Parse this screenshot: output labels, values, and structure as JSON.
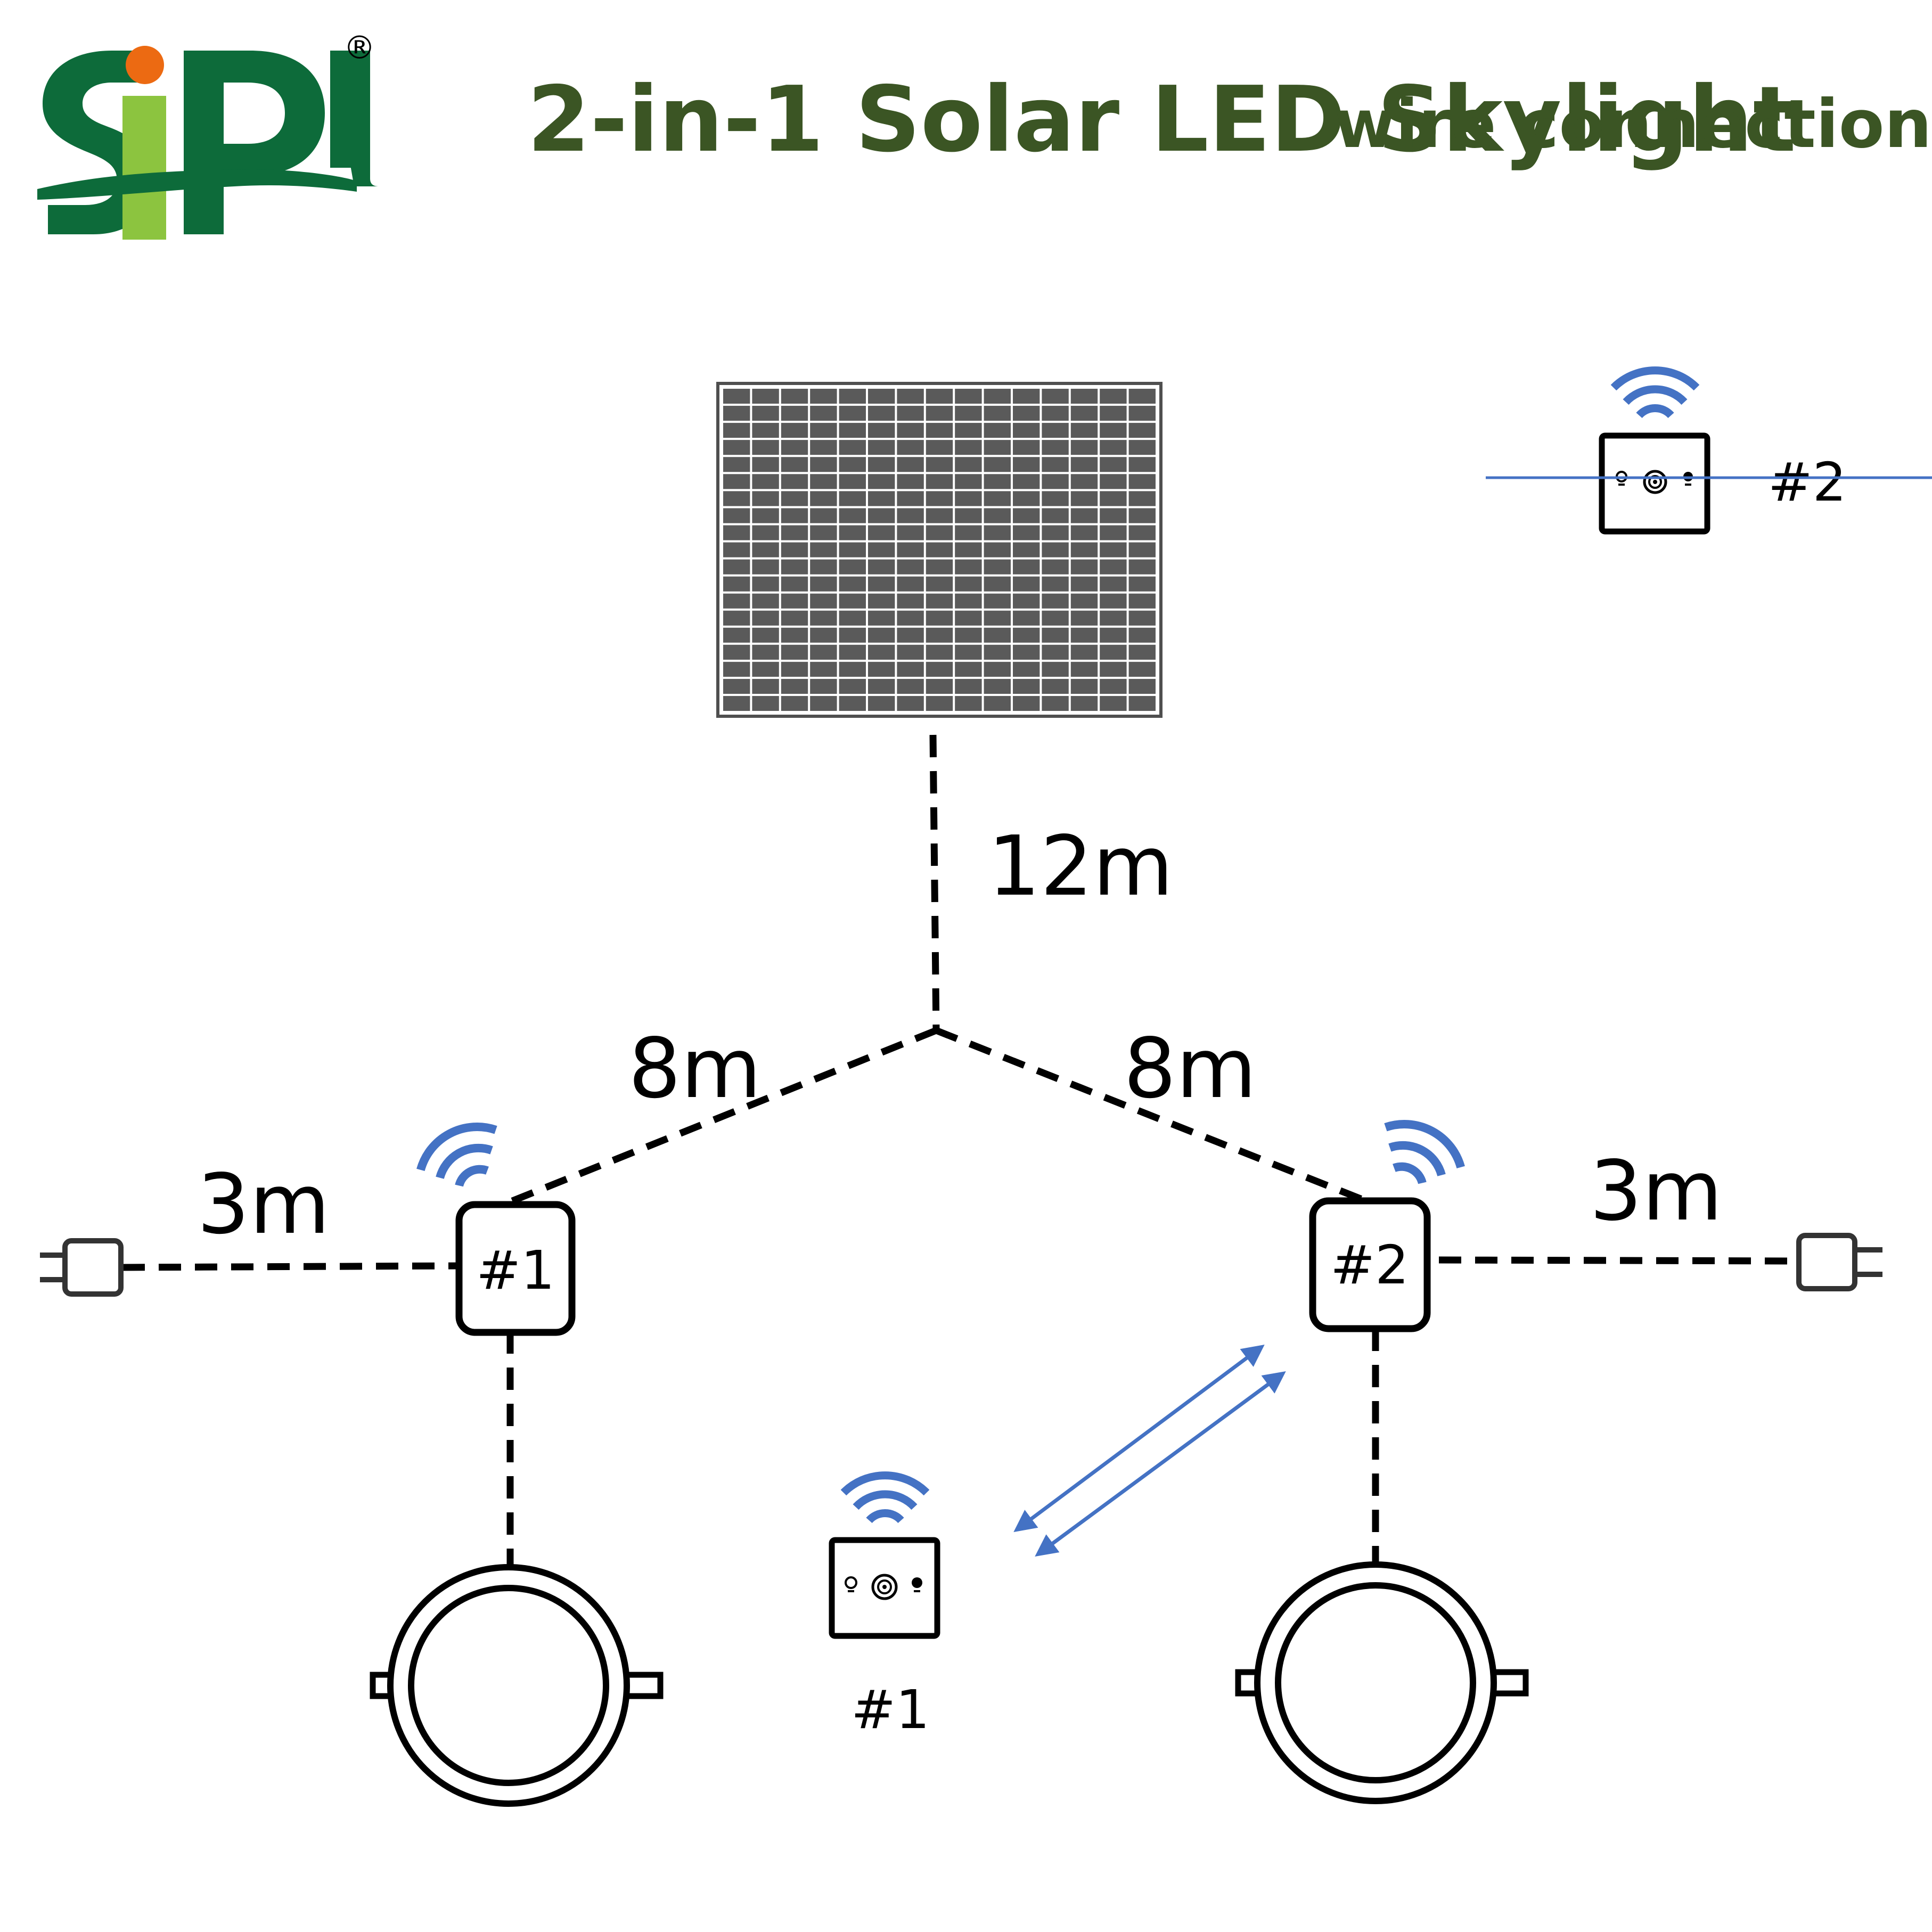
{
  "brand": {
    "logo_text": "SIPL",
    "registered_mark": "®",
    "colors": {
      "green": "#0d6b3a",
      "orange": "#ec6a12",
      "lime": "#8cc43f"
    }
  },
  "title": {
    "main": "2-in-1 Solar LED Skylight",
    "sub": "wire connections",
    "color": "#3b5524"
  },
  "solar_panel": {
    "icon": "solar-panel-icon",
    "frame_color": "#4f4f4f",
    "cell_color": "#5a5a5a"
  },
  "wires": {
    "panel_to_junction": "12m",
    "junction_to_controller_1": "8m",
    "junction_to_controller_2": "8m",
    "plug_to_controller_1": "3m",
    "controller_2_to_plug": "3m"
  },
  "controllers": [
    {
      "label": "#1",
      "icon": "controller-box-icon"
    },
    {
      "label": "#2",
      "icon": "controller-box-icon"
    }
  ],
  "remotes": [
    {
      "label": "#1",
      "icon": "remote-control-icon"
    },
    {
      "label": "#2",
      "icon": "remote-control-icon"
    }
  ],
  "wireless_color": "#4472c4",
  "lights": [
    {
      "icon": "round-led-light-icon"
    },
    {
      "icon": "round-led-light-icon"
    }
  ],
  "plugs": [
    {
      "icon": "power-plug-icon"
    },
    {
      "icon": "power-plug-icon"
    }
  ]
}
